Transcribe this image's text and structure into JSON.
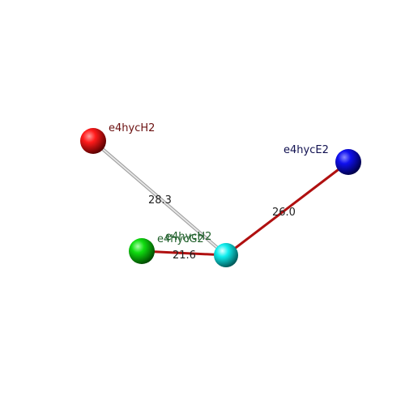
{
  "atoms": [
    {
      "id": "red",
      "label": "e4hycH2",
      "color": "#ff0000",
      "label_color": "#6b1010"
    },
    {
      "id": "blue",
      "label": "e4hycE2",
      "color": "#0000ee",
      "label_color": "#101050"
    },
    {
      "id": "green",
      "label": "e4hycG2",
      "color": "#00dd00",
      "label_color": "#1f5f2a"
    },
    {
      "id": "cyan",
      "label": "e4hycH2",
      "color": "#00eeee",
      "label_color": "#1f5f2a"
    }
  ],
  "distances": [
    {
      "id": "red-cyan",
      "value": "28.3",
      "color": "#c8c8c8"
    },
    {
      "id": "blue-cyan",
      "value": "26.0",
      "color": "#bb1111"
    },
    {
      "id": "green-cyan",
      "value": "21.6",
      "color": "#bb1111"
    }
  ]
}
